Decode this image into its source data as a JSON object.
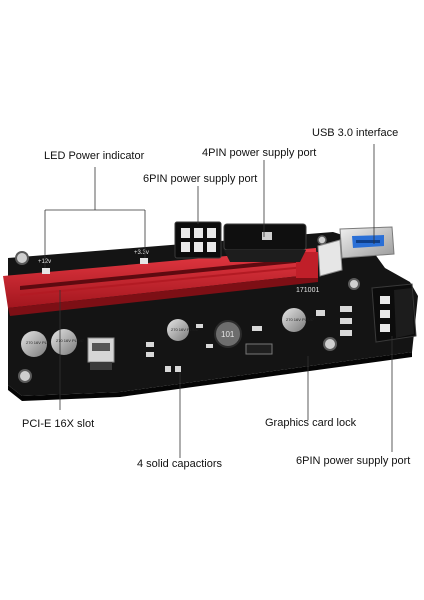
{
  "labels": {
    "usb": "USB 3.0 interface",
    "fourpin": "4PIN power supply port",
    "led": "LED Power indicator",
    "sixpin_top": "6PIN power supply port",
    "pcie": "PCI-E 16X slot",
    "lock": "Graphics card lock",
    "caps": "4 solid capactiors",
    "sixpin_bottom": "6PIN power supply port"
  },
  "board": {
    "silk_12v": "+12v",
    "silk_33v": "+3.3v",
    "model": "171001",
    "cap_text": "270 16V PLS47",
    "inductor": "101"
  },
  "colors": {
    "pcb": "#141414",
    "slot": "#d8232e",
    "slot_dark": "#a3161e",
    "usb_blue": "#2a6fd6",
    "metal": "#cfcfcf"
  }
}
